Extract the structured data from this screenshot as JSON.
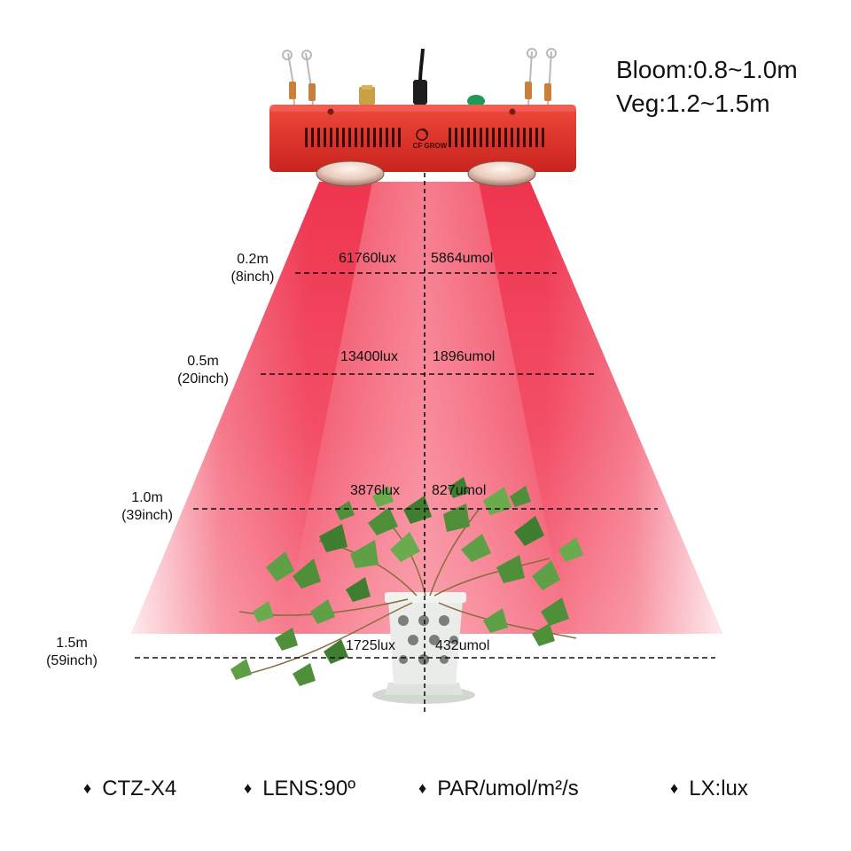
{
  "spec": {
    "bloom": "Bloom:0.8~1.0m",
    "veg": "Veg:1.2~1.5m"
  },
  "product": {
    "brand": "CF GROW"
  },
  "levels": [
    {
      "distance": "0.2m",
      "distance_inch": "(8inch)",
      "lux": "61760lux",
      "umol": "5864umol"
    },
    {
      "distance": "0.5m",
      "distance_inch": "(20inch)",
      "lux": "13400lux",
      "umol": "1896umol"
    },
    {
      "distance": "1.0m",
      "distance_inch": "(39inch)",
      "lux": "3876lux",
      "umol": "827umol"
    },
    {
      "distance": "1.5m",
      "distance_inch": "(59inch)",
      "lux": "1725lux",
      "umol": "432umol"
    }
  ],
  "legend": [
    {
      "label": "CTZ-X4"
    },
    {
      "label": "LENS:90º"
    },
    {
      "label": "PAR/umol/m²/s"
    },
    {
      "label": "LX:lux"
    }
  ],
  "colors": {
    "fixture": "#e8322b",
    "beam": "#ee2a45",
    "leaf": "#4f8f3a",
    "pot": "#e9ece8",
    "dashes": "#111111"
  }
}
